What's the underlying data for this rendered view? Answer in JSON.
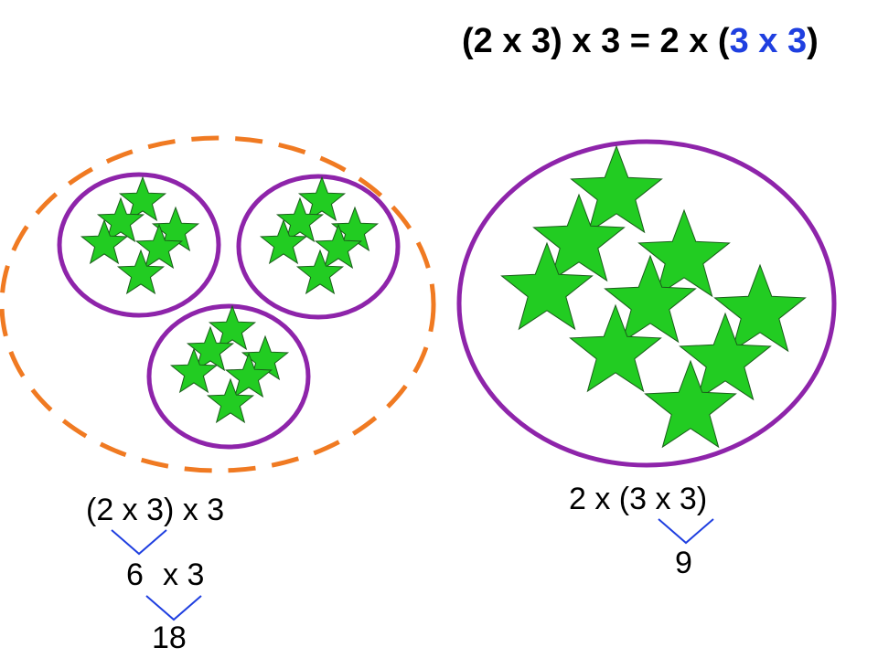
{
  "title": {
    "part1": "(2 x 3) x 3 = 2 x (",
    "highlight": "3 x 3",
    "part2": ")"
  },
  "left": {
    "expression": "(2 x 3) x 3",
    "step1_a": "6",
    "step1_b": "x 3",
    "result": "18",
    "groups": 3,
    "stars_per_group": 6
  },
  "right": {
    "expression": "2 x (3 x 3)",
    "inner_result": "9",
    "stars": 9
  },
  "colors": {
    "star_fill": "#22cc22",
    "star_stroke": "#1a5c1a",
    "group_circle": "#8e24aa",
    "outer_dashed": "#f07a22",
    "bracket": "#1f3fe0",
    "highlight": "#1f3fe0"
  }
}
